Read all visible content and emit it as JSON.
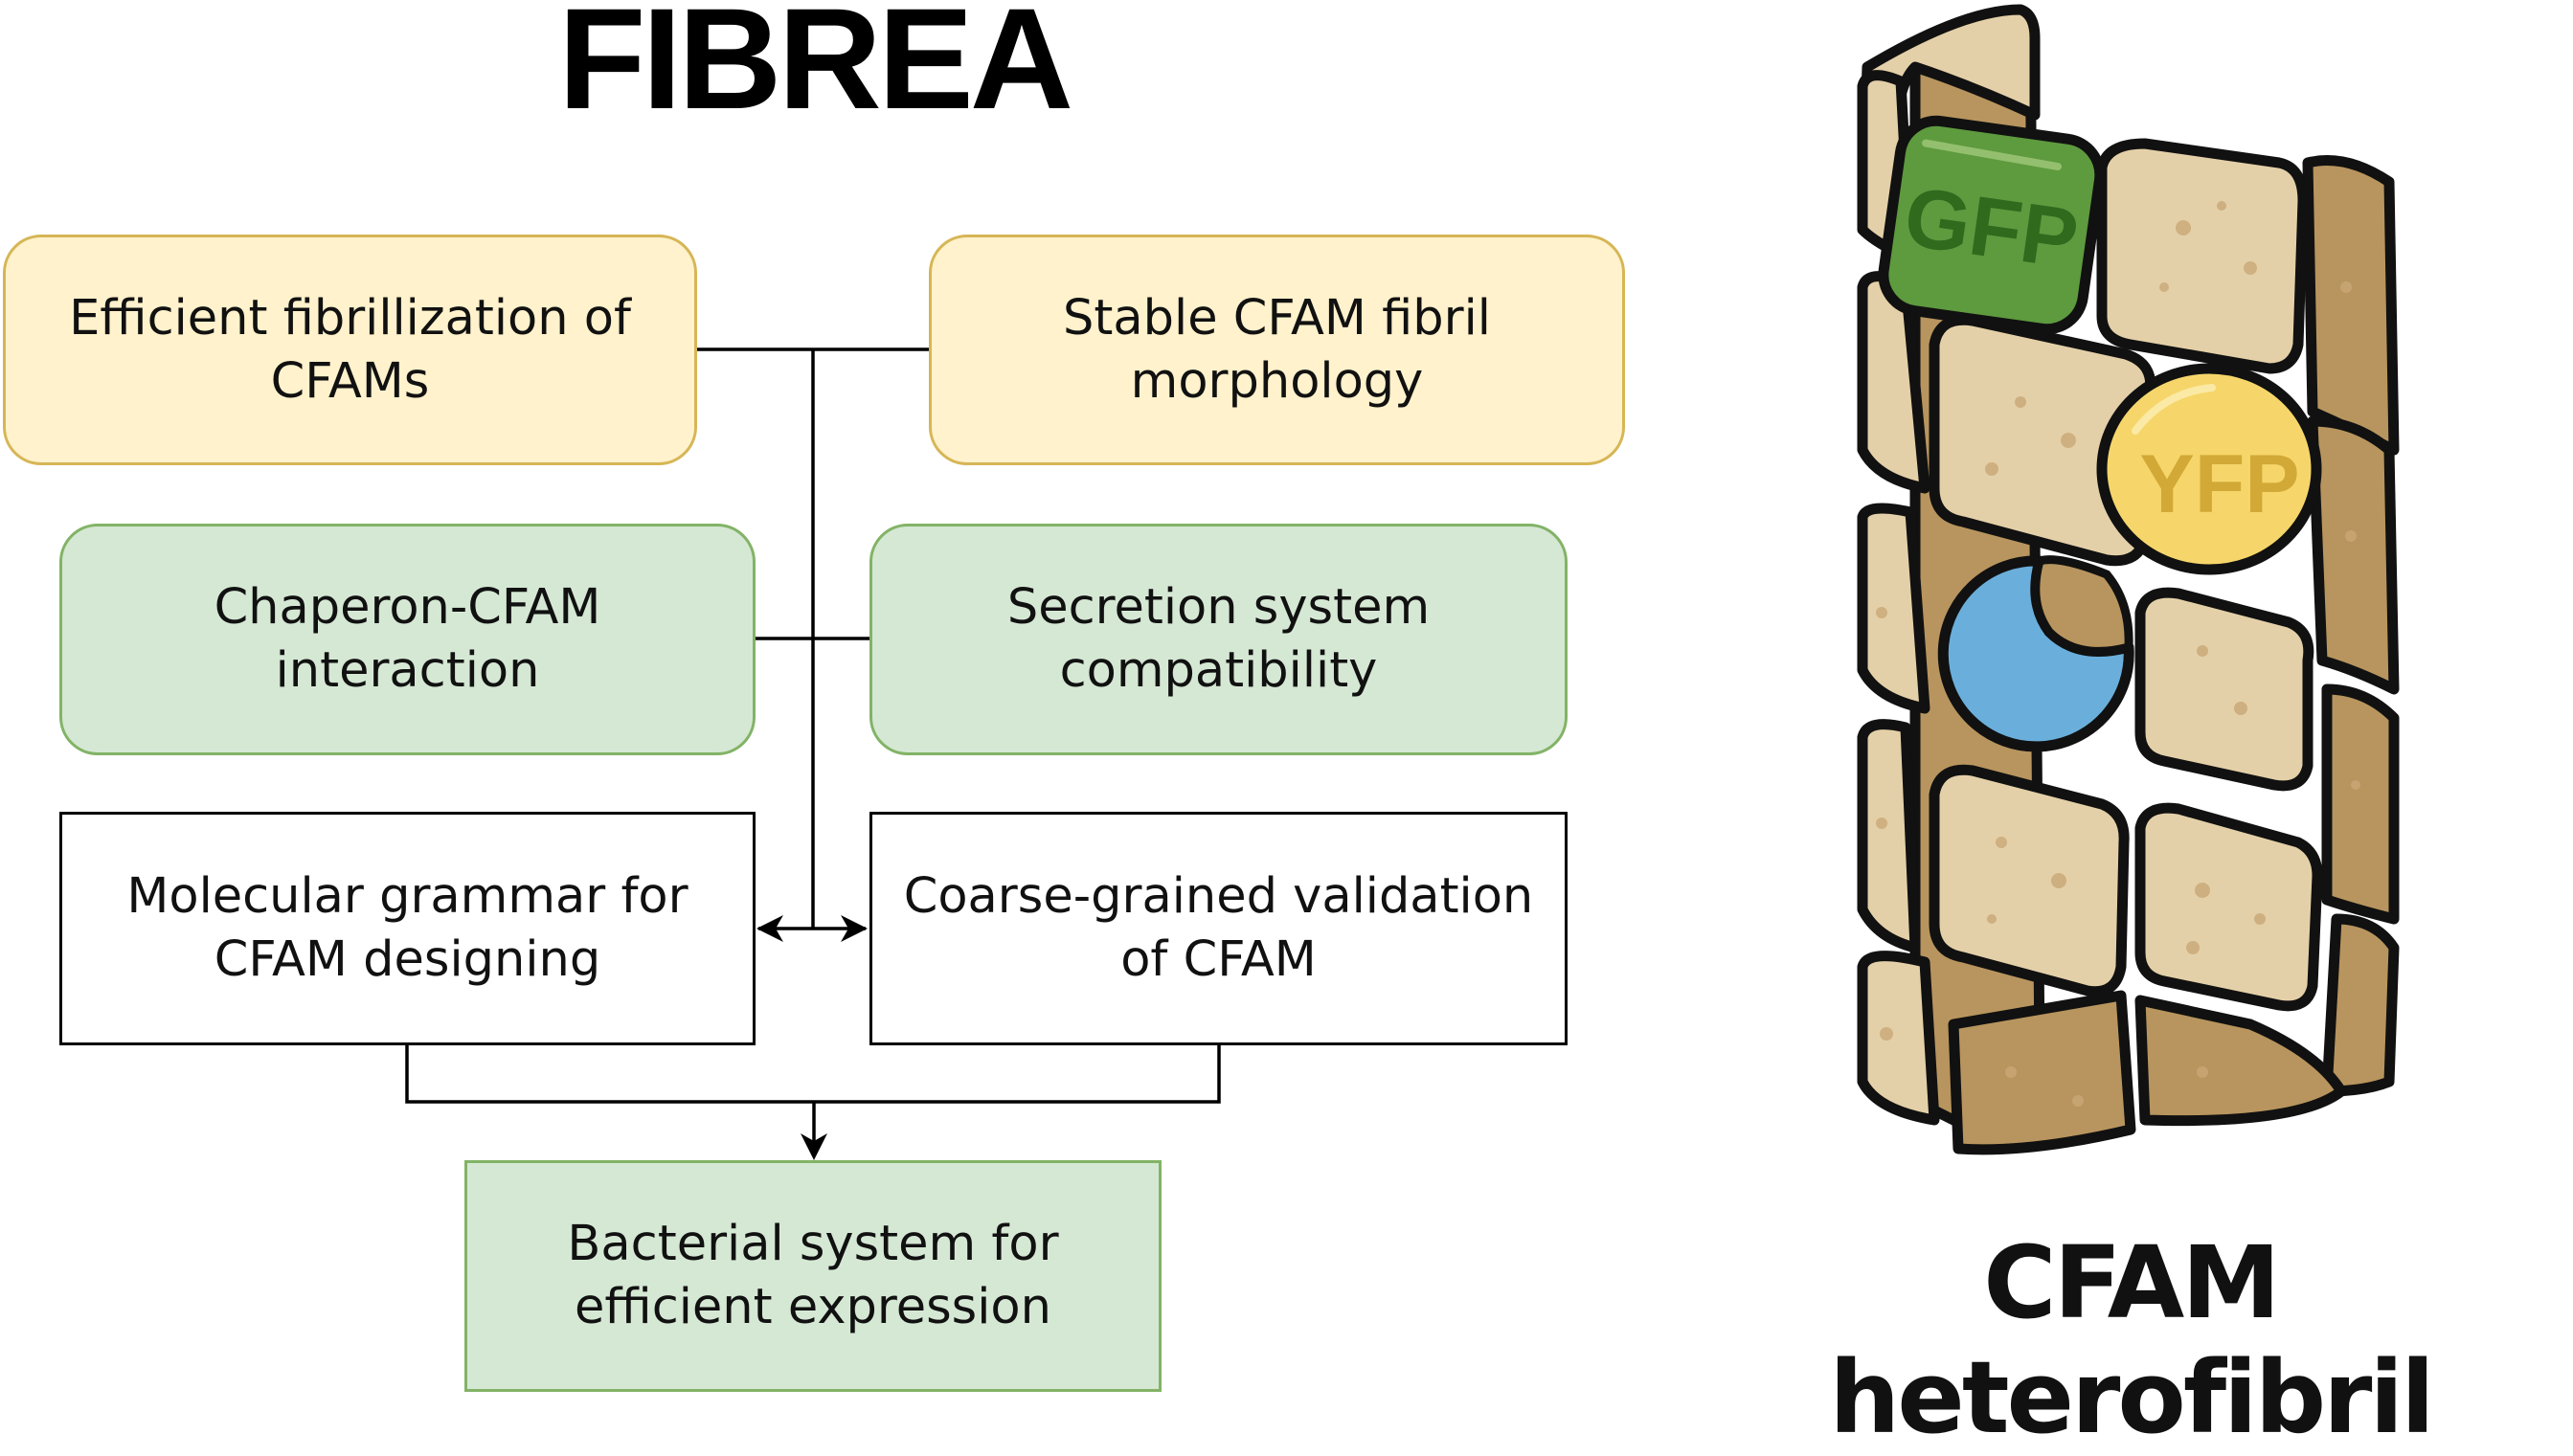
{
  "title": "FIBREA",
  "boxes": {
    "fibrillization": {
      "line1": "Efficient fibrillization of",
      "line2": "CFAMs"
    },
    "morphology": {
      "line1": "Stable CFAM fibril",
      "line2": "morphology"
    },
    "chaperon": {
      "line1": "Chaperon-CFAM",
      "line2": "interaction"
    },
    "secretion": {
      "line1": "Secretion system",
      "line2": "compatibility"
    },
    "grammar": {
      "line1": "Molecular grammar for",
      "line2": "CFAM designing"
    },
    "validation": {
      "line1": "Coarse-grained validation",
      "line2": "of CFAM"
    },
    "expression": {
      "line1": "Bacterial system for",
      "line2": "efficient expression"
    }
  },
  "illustration": {
    "labels": {
      "gfp": "GFP",
      "yfp": "YFP"
    },
    "caption": "CFAM heterofibril",
    "colors": {
      "gfp": "#5E9A3E",
      "yfp": "#F6D66A",
      "blue": "#6AAFDB",
      "tan_light": "#E4D0A8",
      "tan_dark": "#B8955E",
      "outline": "#111111"
    }
  },
  "colors": {
    "yellow_fill": "#FFF2CC",
    "yellow_border": "#D6B656",
    "green_fill": "#D5E8D4",
    "green_border": "#82B366"
  }
}
